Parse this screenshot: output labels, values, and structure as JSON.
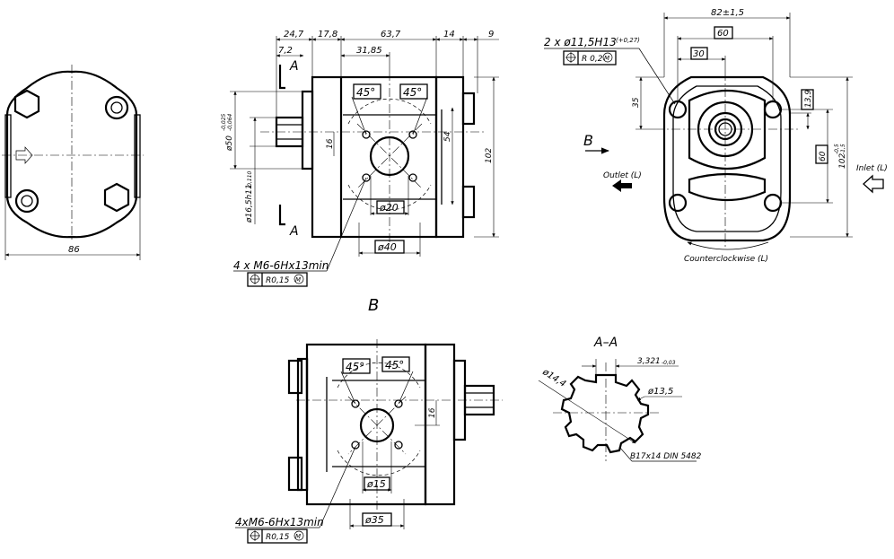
{
  "view_labels": {
    "view_b_title": "B",
    "view_b_arrow": "B",
    "section_mark_top": "A",
    "section_mark_bottom": "A",
    "section_title": "A–A"
  },
  "left_view": {
    "width_dim": "86"
  },
  "front_view": {
    "dim_24_7": "24,7",
    "dim_17_8": "17,8",
    "dim_63_7": "63,7",
    "dim_14": "14",
    "dim_9": "9",
    "dim_7_2": "7,2",
    "dim_31_85": "31,85",
    "dim_phi50": "ø50",
    "dim_phi50_tol_top": "-0,025",
    "dim_phi50_tol_bottom": "-0,064",
    "dim_phi16_5": "ø16,5h11",
    "dim_phi16_5_tol": "-0,110",
    "dim_16": "16",
    "dim_54": "54",
    "dim_102": "102",
    "angle_left": "45°",
    "angle_right": "45°",
    "dim_phi20": "ø20",
    "dim_phi40": "ø40",
    "thread_note": "4 x M6-6Hx13min",
    "position_tol": "R0,15",
    "modifier": "M"
  },
  "right_view": {
    "dim_82": "82±1,5",
    "dim_60_top": "60",
    "dim_30": "30",
    "hole_note": "2 x ø11,5H13",
    "hole_tol": "(+0,27)",
    "position_tol": "R 0,2",
    "modifier": "M",
    "dim_35": "35",
    "dim_13_9": "13,9",
    "dim_60_side": "60",
    "dim_102": "102",
    "dim_102_tol_top": "-0,5",
    "dim_102_tol_bottom": "-1,5",
    "outlet_label": "Outlet (L)",
    "inlet_label": "Inlet (L)",
    "rotation_label": "Counterclockwise (L)"
  },
  "bottom_view": {
    "angle_left": "45°",
    "angle_right": "45°",
    "dim_16": "16",
    "dim_phi15": "ø15",
    "dim_phi35": "ø35",
    "thread_note": "4xM6-6Hx13min",
    "position_tol": "R0,15",
    "modifier": "M"
  },
  "section_view": {
    "dim_phi14_4": "ø14,4",
    "dim_3_321": "3,321",
    "dim_3_321_tol": "-0,03",
    "dim_phi13_5": "ø13,5",
    "spline_note": "B17x14 DIN 5482"
  }
}
